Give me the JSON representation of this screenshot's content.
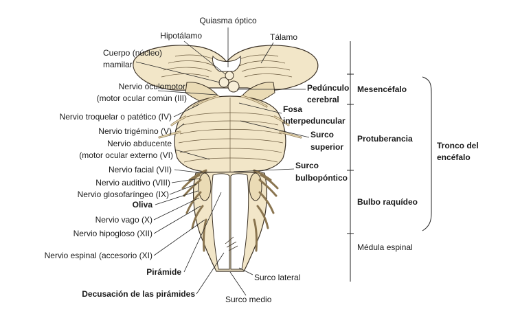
{
  "colors": {
    "tissue": "#f2e6c8",
    "tissue_dark": "#dcc79a",
    "nerve": "#eadbb5",
    "outline": "#3a3024",
    "leader": "#222222",
    "text": "#1a1a1a"
  },
  "left_labels": {
    "hipotalamo": "Hipotálamo",
    "cuerpo_1": "Cuerpo (núcleo)",
    "cuerpo_2": "mamilar",
    "oculomotor_1": "Nervio óculomotor",
    "oculomotor_2": "(motor ocular común (III)",
    "troquelar": "Nervio troquelar o patético (IV)",
    "trigemino": "Nervio trigémino (V)",
    "abducente_1": "Nervio abducente",
    "abducente_2": "(motor ocular externo (VI)",
    "facial": "Nervio facial (VII)",
    "auditivo": "Nervio auditivo (VIII)",
    "glosofaringeo": "Nervio glosofaríngeo (IX)",
    "oliva": "Oliva",
    "vago": "Nervio vago (X)",
    "hipogloso": "Nervio hipogloso (XII)",
    "espinal": "Nervio espinal (accesorio (XI)",
    "piramide": "Pirámide",
    "decusacion": "Decusación de las pirámides"
  },
  "top_labels": {
    "quiasma": "Quiasma óptico",
    "talamo": "Tálamo"
  },
  "right_labels": {
    "pedunculo_1": "Pedúnculo",
    "pedunculo_2": "cerebral",
    "fosa_1": "Fosa",
    "fosa_2": "interpeduncular",
    "surco_sup_1": "Surco",
    "surco_sup_2": "superior",
    "surco_bulbo_1": "Surco",
    "surco_bulbo_2": "bulbopóntico"
  },
  "bottom_labels": {
    "surco_lateral": "Surco lateral",
    "surco_medio": "Surco medio"
  },
  "regions": {
    "mesencefalo": "Mesencéfalo",
    "protuberancia": "Protuberancia",
    "bulbo": "Bulbo raquídeo",
    "medula": "Médula espinal",
    "tronco_1": "Tronco del",
    "tronco_2": "encéfalo"
  }
}
